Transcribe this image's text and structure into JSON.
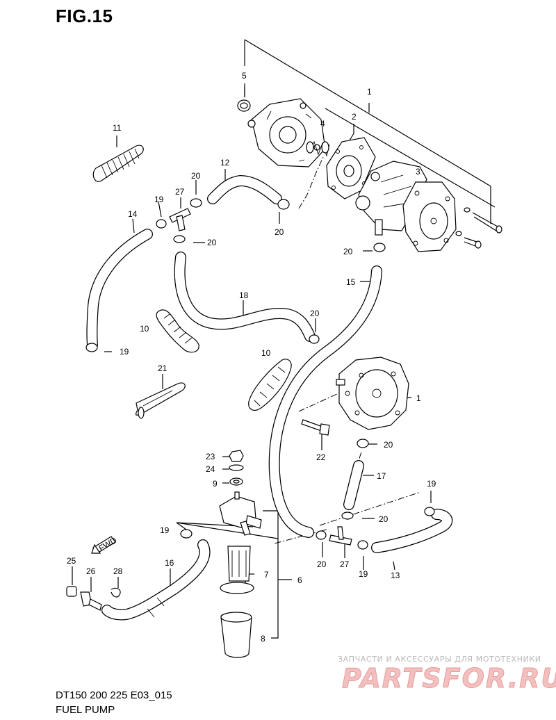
{
  "figure": {
    "title": "FIG.15",
    "code": "DT150 200 225 E03_015",
    "name": "FUEL PUMP"
  },
  "watermark": {
    "tagline": "ЗАПЧАСТИ И АКСЕССУАРЫ ДЛЯ МОТОТЕХНИКИ",
    "brand": "PARTSFOR.RU"
  },
  "fwd_label": "FWD",
  "callouts": {
    "c1a": "1",
    "c1b": "1",
    "c2": "2",
    "c3": "3",
    "c4": "4",
    "c5": "5",
    "c6": "6",
    "c7": "7",
    "c8": "8",
    "c9": "9",
    "c10a": "10",
    "c10b": "10",
    "c11": "11",
    "c12": "12",
    "c13": "13",
    "c14": "14",
    "c15": "15",
    "c16": "16",
    "c17": "17",
    "c18": "18",
    "c19a": "19",
    "c19b": "19",
    "c19c": "19",
    "c19d": "19",
    "c19e": "19",
    "c20a": "20",
    "c20b": "20",
    "c20c": "20",
    "c20d": "20",
    "c20e": "20",
    "c20f": "20",
    "c20g": "20",
    "c21": "21",
    "c22": "22",
    "c23": "23",
    "c24": "24",
    "c25": "25",
    "c26": "26",
    "c27a": "27",
    "c27b": "27",
    "c28": "28"
  }
}
